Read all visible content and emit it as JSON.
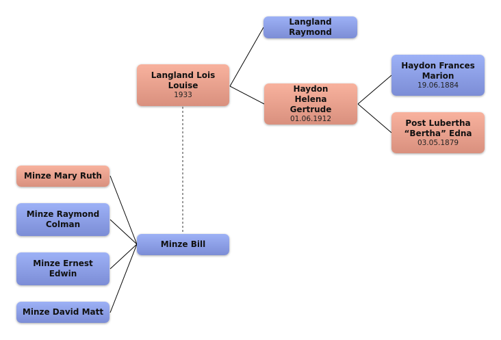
{
  "diagram": {
    "colors": {
      "female": "#f0a48f",
      "male": "#8fa2ea",
      "line": "#000000",
      "spouse_line": "#777777"
    },
    "nodes": {
      "lois": {
        "name": "Langland Lois Louise",
        "date": "1933",
        "sex": "female"
      },
      "raymond_l": {
        "name": "Langland Raymond",
        "sex": "male"
      },
      "helena": {
        "name": "Haydon Helena Gertrude",
        "date": "01.06.1912",
        "sex": "female"
      },
      "frances": {
        "name": "Haydon Frances Marion",
        "date": "19.06.1884",
        "sex": "male"
      },
      "lubertha": {
        "name": "Post Lubertha “Bertha” Edna",
        "date": "03.05.1879",
        "sex": "female"
      },
      "mary": {
        "name": "Minze Mary Ruth",
        "sex": "female"
      },
      "raymond_c": {
        "name": "Minze Raymond Colman",
        "sex": "male"
      },
      "ernest": {
        "name": "Minze Ernest Edwin",
        "sex": "male"
      },
      "david": {
        "name": "Minze David Matt",
        "sex": "male"
      },
      "bill": {
        "name": "Minze Bill",
        "sex": "male"
      }
    },
    "parent_links": [
      [
        "lois",
        "raymond_l"
      ],
      [
        "lois",
        "helena"
      ],
      [
        "helena",
        "frances"
      ],
      [
        "helena",
        "lubertha"
      ]
    ],
    "child_links": [
      [
        "bill",
        "mary"
      ],
      [
        "bill",
        "raymond_c"
      ],
      [
        "bill",
        "ernest"
      ],
      [
        "bill",
        "david"
      ]
    ],
    "spouse_links": [
      [
        "lois",
        "bill"
      ]
    ]
  }
}
